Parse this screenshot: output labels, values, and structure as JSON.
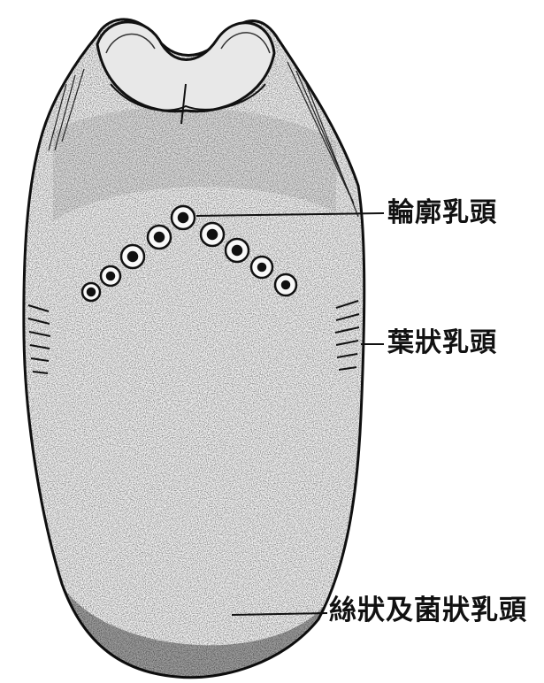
{
  "labels": {
    "circumvallate": "輪廓乳頭",
    "foliate": "葉狀乳頭",
    "filiform_fungiform": "絲狀及菌狀乳頭"
  },
  "colors": {
    "ink": "#111111",
    "paper": "#ffffff"
  }
}
